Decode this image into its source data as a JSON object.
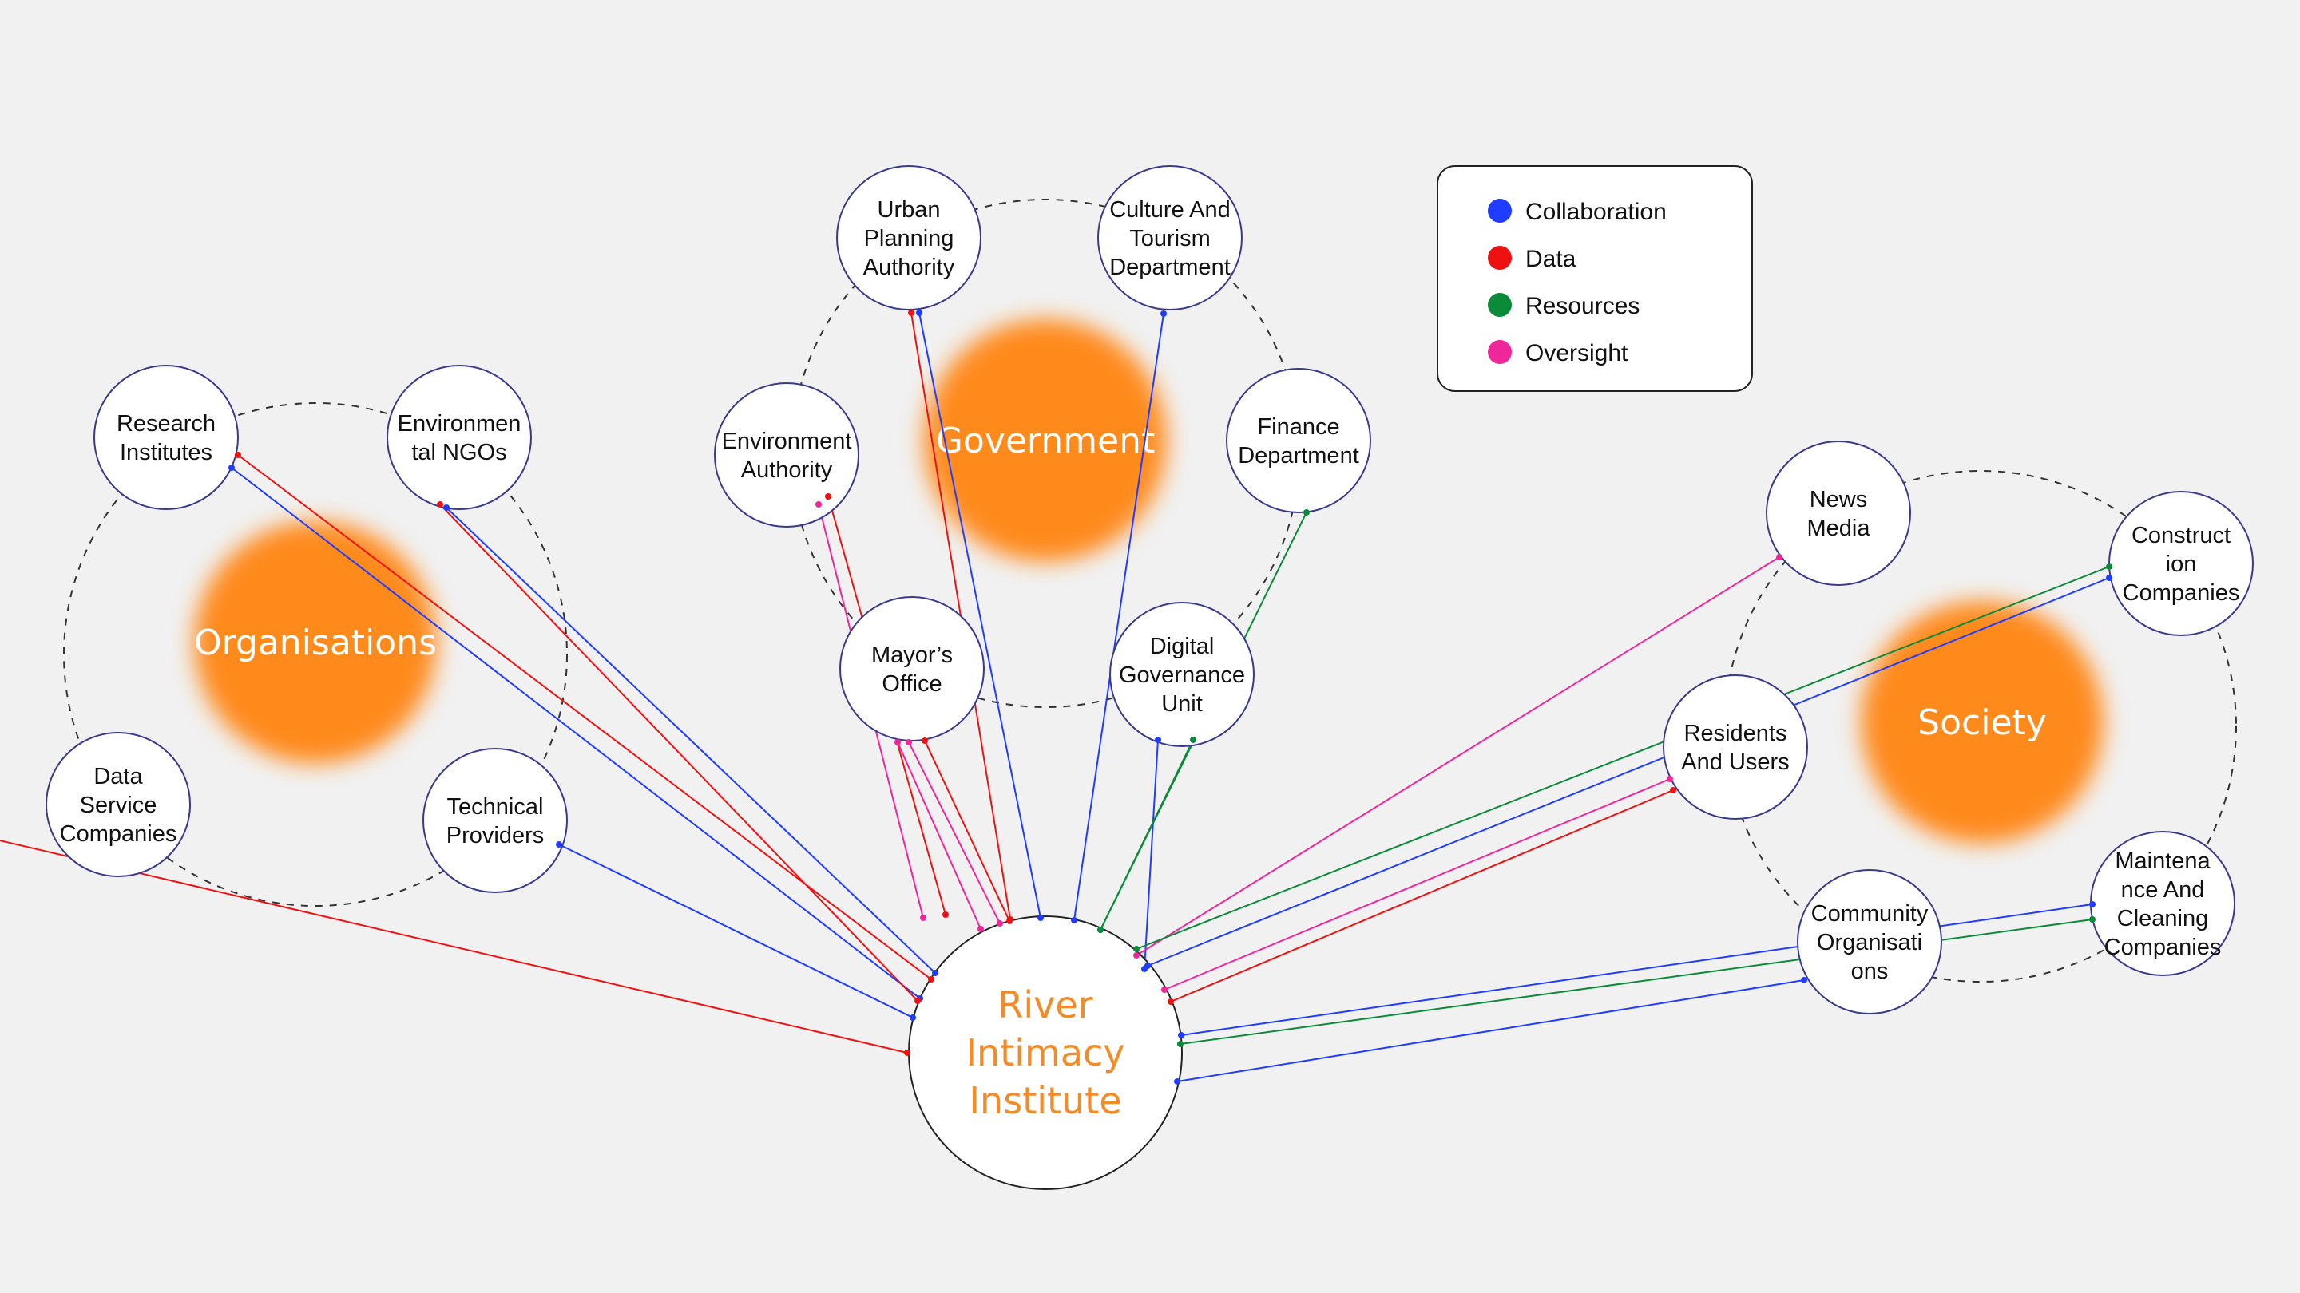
{
  "colors": {
    "collaboration": "#1f3cff",
    "data": "#ee1111",
    "resources": "#0b8a3a",
    "oversight": "#f0279a",
    "hub": "#ff8a1e",
    "main_text": "#f28c28"
  },
  "main_node": {
    "lines": [
      "River",
      "Intimacy",
      "Institute"
    ]
  },
  "groups": [
    {
      "id": "organisations",
      "label": "Organisations"
    },
    {
      "id": "government",
      "label": "Government"
    },
    {
      "id": "society",
      "label": "Society"
    }
  ],
  "nodes": [
    {
      "id": "research_institutes",
      "group": "organisations",
      "lines": [
        "Research",
        "Institutes"
      ]
    },
    {
      "id": "environmental_ngos",
      "group": "organisations",
      "lines": [
        "Environmen",
        "tal NGOs"
      ]
    },
    {
      "id": "data_service_companies",
      "group": "organisations",
      "lines": [
        "Data",
        "Service",
        "Companies"
      ]
    },
    {
      "id": "technical_providers",
      "group": "organisations",
      "lines": [
        "Technical",
        "Providers"
      ]
    },
    {
      "id": "urban_planning_authority",
      "group": "government",
      "lines": [
        "Urban",
        "Planning",
        "Authority"
      ]
    },
    {
      "id": "culture_tourism",
      "group": "government",
      "lines": [
        "Culture And",
        "Tourism",
        "Department"
      ]
    },
    {
      "id": "environment_authority",
      "group": "government",
      "lines": [
        "Environment",
        "Authority"
      ]
    },
    {
      "id": "finance_department",
      "group": "government",
      "lines": [
        "Finance",
        "Department"
      ]
    },
    {
      "id": "mayors_office",
      "group": "government",
      "lines": [
        "Mayor’s",
        "Office"
      ]
    },
    {
      "id": "digital_governance_unit",
      "group": "government",
      "lines": [
        "Digital",
        "Governance",
        "Unit"
      ]
    },
    {
      "id": "news_media",
      "group": "society",
      "lines": [
        "News",
        "Media"
      ]
    },
    {
      "id": "construction_companies",
      "group": "society",
      "lines": [
        "Construct",
        "ion",
        "Companies"
      ]
    },
    {
      "id": "residents_users",
      "group": "society",
      "lines": [
        "Residents",
        "And Users"
      ]
    },
    {
      "id": "community_organisations",
      "group": "society",
      "lines": [
        "Community",
        "Organisati",
        "ons"
      ]
    },
    {
      "id": "maintenance_cleaning",
      "group": "society",
      "lines": [
        "Maintena",
        "nce And",
        "Cleaning",
        "Companies"
      ]
    }
  ],
  "links": [
    {
      "from": "research_institutes",
      "type": "data"
    },
    {
      "from": "research_institutes",
      "type": "collaboration"
    },
    {
      "from": "environmental_ngos",
      "type": "data"
    },
    {
      "from": "environmental_ngos",
      "type": "collaboration"
    },
    {
      "from": "data_service_companies",
      "type": "data"
    },
    {
      "from": "technical_providers",
      "type": "collaboration"
    },
    {
      "from": "urban_planning_authority",
      "type": "data"
    },
    {
      "from": "urban_planning_authority",
      "type": "collaboration"
    },
    {
      "from": "culture_tourism",
      "type": "collaboration"
    },
    {
      "from": "environment_authority",
      "type": "oversight"
    },
    {
      "from": "environment_authority",
      "type": "data"
    },
    {
      "from": "finance_department",
      "type": "resources"
    },
    {
      "from": "mayors_office",
      "type": "oversight"
    },
    {
      "from": "mayors_office",
      "type": "oversight"
    },
    {
      "from": "mayors_office",
      "type": "data"
    },
    {
      "from": "digital_governance_unit",
      "type": "collaboration"
    },
    {
      "from": "digital_governance_unit",
      "type": "resources"
    },
    {
      "from": "news_media",
      "type": "oversight"
    },
    {
      "from": "construction_companies",
      "type": "resources"
    },
    {
      "from": "construction_companies",
      "type": "collaboration"
    },
    {
      "from": "residents_users",
      "type": "oversight"
    },
    {
      "from": "residents_users",
      "type": "data"
    },
    {
      "from": "community_organisations",
      "type": "collaboration"
    },
    {
      "from": "maintenance_cleaning",
      "type": "collaboration"
    },
    {
      "from": "maintenance_cleaning",
      "type": "resources"
    }
  ],
  "legend": [
    {
      "type": "collaboration",
      "label": "Collaboration"
    },
    {
      "type": "data",
      "label": "Data"
    },
    {
      "type": "resources",
      "label": "Resources"
    },
    {
      "type": "oversight",
      "label": "Oversight"
    }
  ]
}
